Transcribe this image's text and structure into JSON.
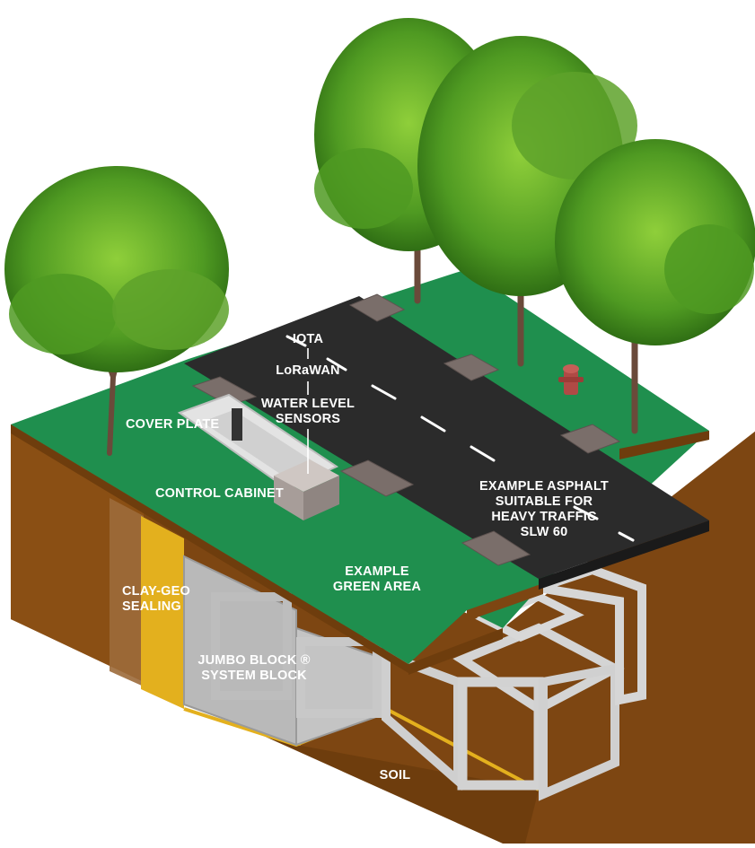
{
  "labels": {
    "iota": "IOTA",
    "lorawan": "LoRaWAN",
    "water_level_sensors": [
      "WATER LEVEL",
      "SENSORS"
    ],
    "cover_plate": "COVER PLATE",
    "control_cabinet": "CONTROL CABINET",
    "example_asphalt": [
      "EXAMPLE ASPHALT",
      "SUITABLE FOR",
      "HEAVY TRAFFIC",
      "SLW 60"
    ],
    "clay_geo_sealing": [
      "CLAY-GEO",
      "SEALING"
    ],
    "example_green_area": [
      "EXAMPLE",
      "GREEN AREA"
    ],
    "jumbo_block": [
      "JUMBO BLOCK ®",
      "SYSTEM BLOCK"
    ],
    "soil": "SOIL"
  },
  "colors": {
    "grass": "#1f8f4e",
    "asphalt": "#2b2b2b",
    "soil": "#8a4f14",
    "soil_dark": "#6e3d0d",
    "clay": "#e3b01e",
    "block": "#c9c9c9",
    "cabinet": "#b3aaa6",
    "tree_leaf": "#5ea22a",
    "hydrant": "#b04a45"
  }
}
